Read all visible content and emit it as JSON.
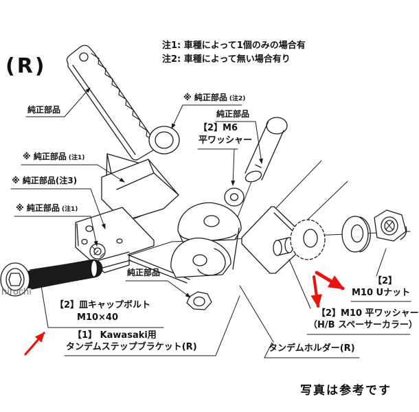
{
  "drawing": {
    "side_marker": "(R)",
    "notes": {
      "note1": "注1: 車種によって1個のみの場合有",
      "note2": "注2: 車種によって無い場合有り"
    },
    "colors": {
      "line": "#1a1a1a",
      "arrow_red": "#e8150f",
      "background": "#ffffff",
      "watermark_gray": "#6f6f6f"
    }
  },
  "callouts": {
    "genuine": "純正部品",
    "genuine_ast": "※ 純正部品",
    "ref_note1": "(注1)",
    "ref_note2": "(注2)",
    "genuine_note3": "※ 純正部品(注3)",
    "m6_washer": {
      "line1": "【2】M6",
      "line2": "平ワッシャー"
    },
    "cap_bolt": {
      "line1": "【2】皿キャップボルト",
      "line2": "M10×40"
    },
    "step_bracket": {
      "line1": "【1】 Kawasaki用",
      "line2": "タンデムステップブラケット(R)"
    },
    "u_nut": {
      "line1": "【2】",
      "line2": "M10 Uナット"
    },
    "m10_washer": {
      "line1": "【2】M10 平ワッシャー",
      "line2": "（H/B スペーサーカラー）"
    },
    "tandem_holder": "タンデムホルダー(R)"
  },
  "footer": {
    "photo_note": "写真は参考です"
  },
  "watermark": "hirochi"
}
